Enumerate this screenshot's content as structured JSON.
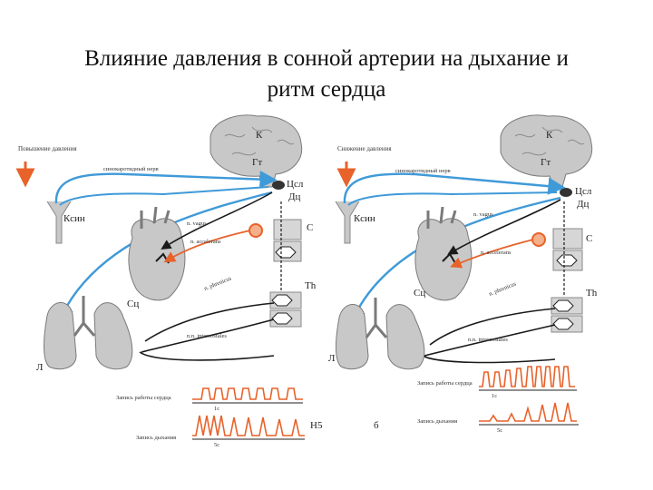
{
  "title_line1": "Влияние давления в сонной артерии на дыхание и",
  "title_line2": "ритм сердца",
  "colors": {
    "blue": "#3f9ad8",
    "orange": "#e8622a",
    "black": "#1a1a1a",
    "organ_gray": "#c8c8c8"
  },
  "left": {
    "stimulus": "Повышение давления",
    "nerve_top": "синокаротидный нерв",
    "brain": "К",
    "gt": "Гт",
    "center1": "Цсл",
    "center2": "Дц",
    "ksin": "Ксин",
    "c_label": "С",
    "th_label": "Th",
    "sc": "Сц",
    "lungs": "Л",
    "vagus": "n. vagus",
    "accel": "n. accelerans",
    "phrenic": "n. phrenicus",
    "intercost": "n.n. intercostales",
    "heart_record": "Запись работы сердца",
    "breath_record": "Запись дыхания",
    "time1": "1с",
    "time2": "5с",
    "fig_num": "Н5"
  },
  "right": {
    "stimulus": "Снижение давления",
    "nerve_top": "синокаротидный нерв",
    "brain": "К",
    "gt": "Гт",
    "center1": "Цсл",
    "center2": "Дц",
    "ksin": "Ксин",
    "c_label": "С",
    "th_label": "Th",
    "sc": "Сц",
    "lungs": "Л",
    "vagus": "n. vagus",
    "accel": "n. accelerans",
    "phrenic": "n. phrenicus",
    "intercost": "n.n. intercostales",
    "heart_record": "Запись работы сердца",
    "breath_record": "Запись дыхания",
    "time1": "1с",
    "time2": "5с",
    "fig_num": "б"
  }
}
